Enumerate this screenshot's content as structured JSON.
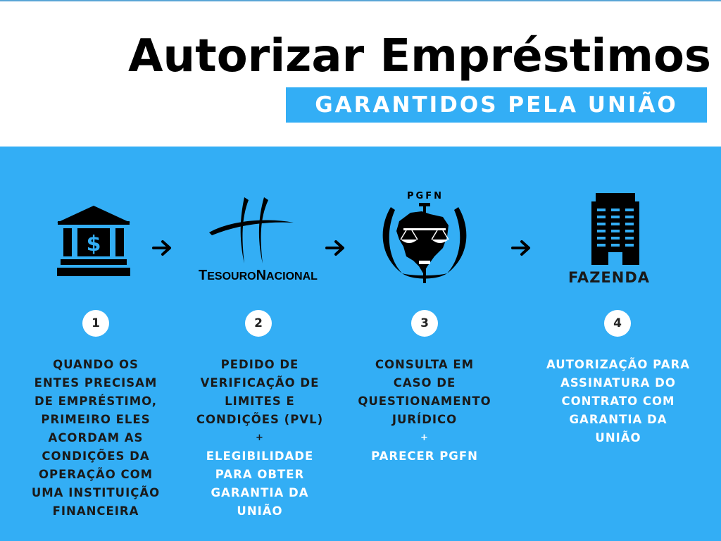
{
  "header": {
    "title": "Autorizar  Empréstimos",
    "subtitle": "GARANTIDOS PELA UNIÃO"
  },
  "colors": {
    "accent": "#33aef5",
    "text_dark": "#1a1a1a",
    "text_light": "#ffffff"
  },
  "steps": [
    {
      "number": "1",
      "icon": "bank-dollar-icon",
      "lines": [
        "QUANDO OS",
        "ENTES PRECISAM",
        "DE EMPRÉSTIMO,",
        "PRIMEIRO ELES",
        "ACORDAM AS",
        "CONDIÇÕES DA",
        "OPERAÇÃO COM",
        "UMA INSTITUIÇÃO",
        "FINANCEIRA"
      ]
    },
    {
      "number": "2",
      "icon": "tesouro-nacional-logo",
      "logo_text_a1": "T",
      "logo_text_a2": "ESOURO",
      "logo_text_b1": "N",
      "logo_text_b2": "ACIONAL",
      "lines": [
        "PEDIDO DE",
        "VERIFICAÇÃO DE",
        "LIMITES E",
        "CONDIÇÕES (PVL)",
        "+",
        "ELEGIBILIDADE",
        "PARA OBTER",
        "GARANTIA DA",
        "UNIÃO"
      ]
    },
    {
      "number": "3",
      "icon": "pgfn-emblem-icon",
      "logo_text": "PGFN",
      "lines": [
        "CONSULTA EM",
        "CASO DE",
        "QUESTIONAMENTO",
        "JURÍDICO",
        "+",
        "PARECER PGFN"
      ]
    },
    {
      "number": "4",
      "icon": "office-building-icon",
      "logo_text": "FAZENDA",
      "lines": [
        "AUTORIZAÇÃO PARA",
        "ASSINATURA DO",
        "CONTRATO COM",
        "GARANTIA DA",
        "UNIÃO"
      ]
    }
  ]
}
